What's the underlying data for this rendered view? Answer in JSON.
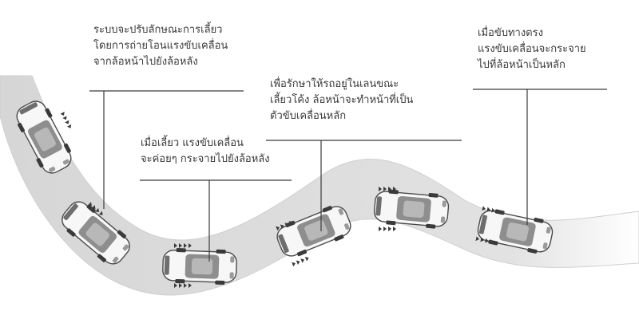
{
  "callouts": [
    {
      "id": "transfer-to-rear",
      "lines": [
        "ระบบจะปรับลักษณะการเลี้ยว",
        "โดยการถ่ายโอนแรงขับเคลื่อน",
        "จากล้อหน้าไปยังล้อหลัง"
      ]
    },
    {
      "id": "turning-distribute",
      "lines": [
        "เมื่อเลี้ยว แรงขับเคลื่อน",
        "จะค่อยๆ กระจายไปยังล้อหลัง"
      ]
    },
    {
      "id": "keep-in-lane",
      "lines": [
        "เพื่อรักษาให้รถอยู่ในเลนขณะ",
        "เลี้ยวโค้ง ล้อหน้าจะทำหน้าที่เป็น",
        "ตัวขับเคลื่อนหลัก"
      ]
    },
    {
      "id": "straight-front",
      "lines": [
        "เมื่อขับทางตรง",
        "แรงขับเคลื่อนจะกระจาย",
        "ไปที่ล้อหน้าเป็นหลัก"
      ]
    }
  ],
  "colors": {
    "road": "#dcdcdc",
    "road_edge": "#cfcfcf",
    "car_body": "#f7f7f7",
    "car_outline": "#4a4a4a",
    "window": "#8e8e8e",
    "leader_line": "#3a3a3a",
    "text": "#3a3a3a"
  }
}
